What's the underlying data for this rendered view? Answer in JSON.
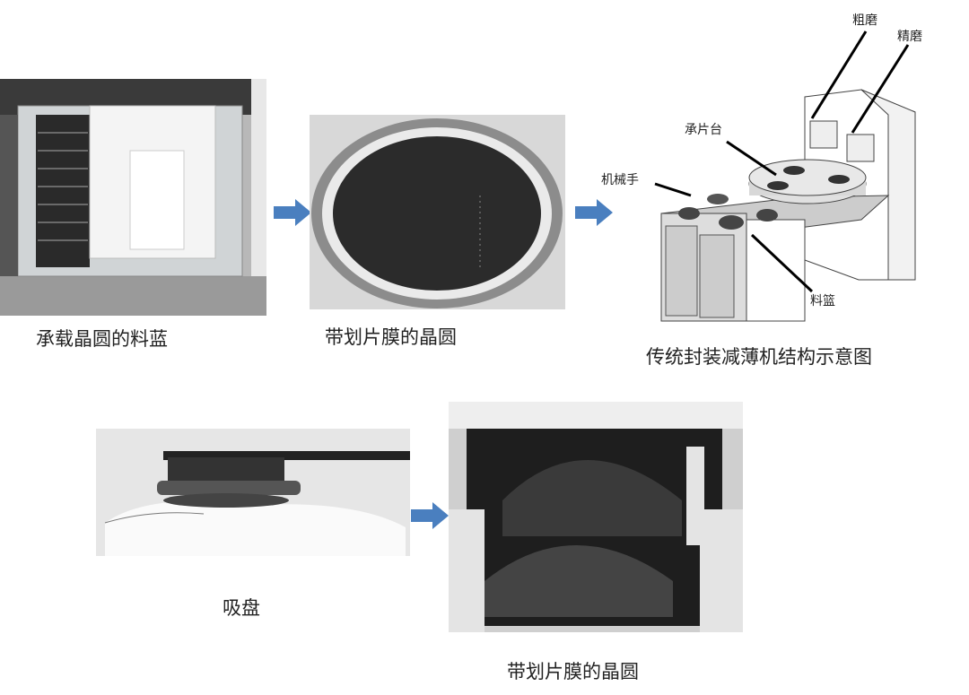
{
  "captions": {
    "basket": "承载晶圆的料蓝",
    "wafer_film": "带划片膜的晶圆",
    "machine": "传统封装减薄机结构示意图",
    "chuck": "吸盘",
    "wafer_film_2": "带划片膜的晶圆"
  },
  "machine_labels": {
    "rough_grind": "粗磨",
    "fine_grind": "精磨",
    "wafer_table": "承片台",
    "robot_arm": "机械手",
    "material_basket": "料篮"
  },
  "colors": {
    "arrow": "#4a7fbf"
  }
}
